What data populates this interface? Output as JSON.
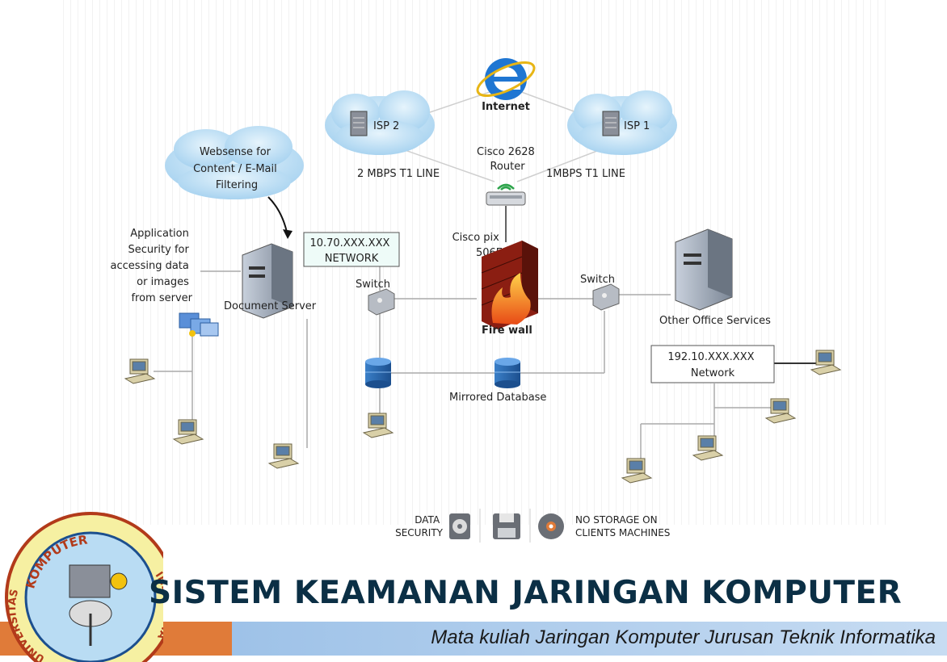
{
  "diagram": {
    "internet": "Internet",
    "isp2": "ISP 2",
    "isp1": "ISP 1",
    "websense": [
      "Websense for",
      "Content / E-Mail",
      "Filtering"
    ],
    "router": [
      "Cisco 2628",
      "Router"
    ],
    "line_left": "2 MBPS T1 LINE",
    "line_right": "1MBPS T1 LINE",
    "app_security": [
      "Application",
      "Security for",
      "accessing data",
      "or images",
      "from server"
    ],
    "network_box_1": [
      "10.70.XXX.XXX",
      "NETWORK"
    ],
    "pix": [
      "Cisco pix",
      "506E"
    ],
    "switch_left": "Switch",
    "switch_right": "Switch",
    "document_server": "Document Server",
    "firewall": "Fire wall",
    "other_office": "Other Office Services",
    "network_box_2": [
      "192.10.XXX.XXX",
      "Network"
    ],
    "mirrored_db": "Mirrored Database",
    "data_security": [
      "DATA",
      "SECURITY"
    ],
    "no_storage": [
      "NO STORAGE ON",
      "CLIENTS MACHINES"
    ]
  },
  "logo": {
    "top": "KOMPUTER",
    "left": "UNIVERSITAS",
    "right": "INDONESIA"
  },
  "slide": {
    "title": "SISTEM KEAMANAN JARINGAN KOMPUTER",
    "subtitle": "Mata kuliah Jaringan Komputer Jurusan Teknik Informatika"
  },
  "colors": {
    "cloud": "#b9dcf3",
    "accent": "#e07b39",
    "title": "#0b2f45"
  }
}
